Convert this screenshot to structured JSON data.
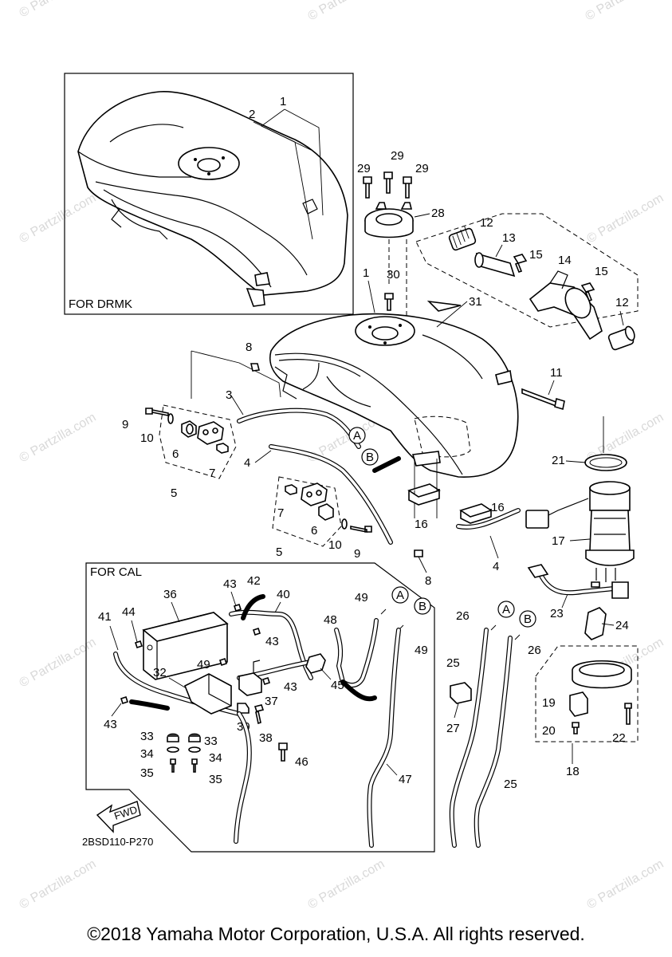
{
  "diagram": {
    "inset_labels": {
      "drmk": "FOR DRMK",
      "cal": "FOR CAL"
    },
    "fwd_label": "FWD",
    "diagram_code": "2BSD110-P270",
    "watermark": "© Partzilla.com",
    "connectors": {
      "a": "A",
      "b": "B"
    },
    "callouts": {
      "p1": "1",
      "p1b": "1",
      "p2": "2",
      "p3": "3",
      "p4a": "4",
      "p4b": "4",
      "p5a": "5",
      "p5b": "5",
      "p6a": "6",
      "p6b": "6",
      "p7a": "7",
      "p7b": "7",
      "p8a": "8",
      "p8b": "8",
      "p9a": "9",
      "p9b": "9",
      "p10a": "10",
      "p10b": "10",
      "p11": "11",
      "p12a": "12",
      "p12b": "12",
      "p13": "13",
      "p14": "14",
      "p15a": "15",
      "p15b": "15",
      "p16a": "16",
      "p16b": "16",
      "p17": "17",
      "p18": "18",
      "p19": "19",
      "p20": "20",
      "p21": "21",
      "p22": "22",
      "p23": "23",
      "p24": "24",
      "p25a": "25",
      "p25b": "25",
      "p26a": "26",
      "p26b": "26",
      "p27": "27",
      "p28": "28",
      "p29a": "29",
      "p29b": "29",
      "p29c": "29",
      "p30": "30",
      "p31": "31",
      "p32": "32",
      "p33a": "33",
      "p33b": "33",
      "p34a": "34",
      "p34b": "34",
      "p35a": "35",
      "p35b": "35",
      "p36": "36",
      "p37": "37",
      "p38": "38",
      "p39": "39",
      "p40": "40",
      "p41": "41",
      "p42": "42",
      "p43a": "43",
      "p43b": "43",
      "p43c": "43",
      "p43d": "43",
      "p44": "44",
      "p45": "45",
      "p46": "46",
      "p47": "47",
      "p48": "48",
      "p49a": "49",
      "p49b": "49",
      "p49c": "49"
    }
  },
  "footer": {
    "copyright": "©2018 Yamaha Motor Corporation, U.S.A. All rights reserved."
  }
}
